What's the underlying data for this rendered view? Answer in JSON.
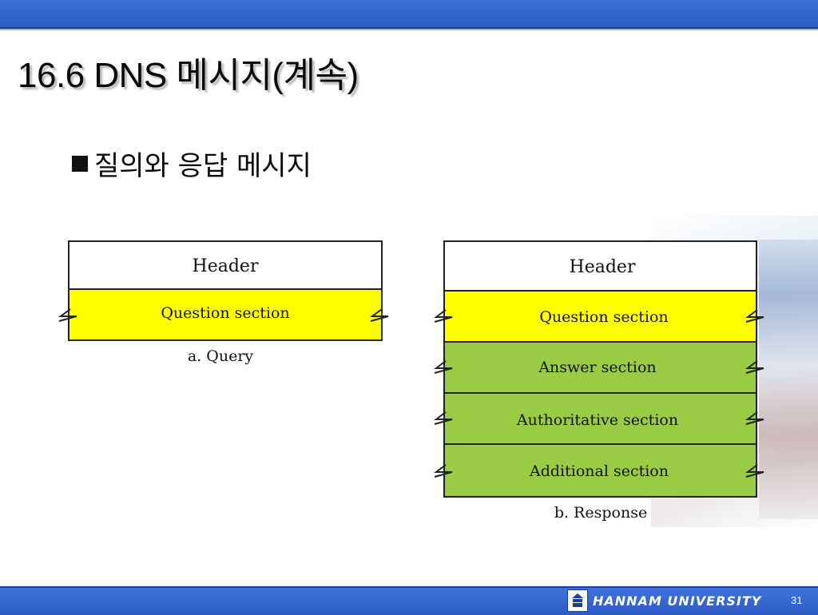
{
  "slide": {
    "title": "16.6 DNS 메시지(계속)",
    "bullet": "질의와 응답 메시지"
  },
  "diagram": {
    "query": {
      "caption": "a. Query",
      "sections": [
        "Header",
        "Question section"
      ]
    },
    "response": {
      "caption": "b. Response",
      "sections": [
        "Header",
        "Question section",
        "Answer section",
        "Authoritative section",
        "Additional section"
      ]
    },
    "colors": {
      "header": "#ffffff",
      "question": "#ffff00",
      "response_sections": "#99cc44",
      "stroke": "#222222"
    }
  },
  "footer": {
    "logo_text": "HANNAM UNIVERSITY",
    "page_number": "31"
  },
  "theme": {
    "bar_color": "#2f62cc"
  }
}
